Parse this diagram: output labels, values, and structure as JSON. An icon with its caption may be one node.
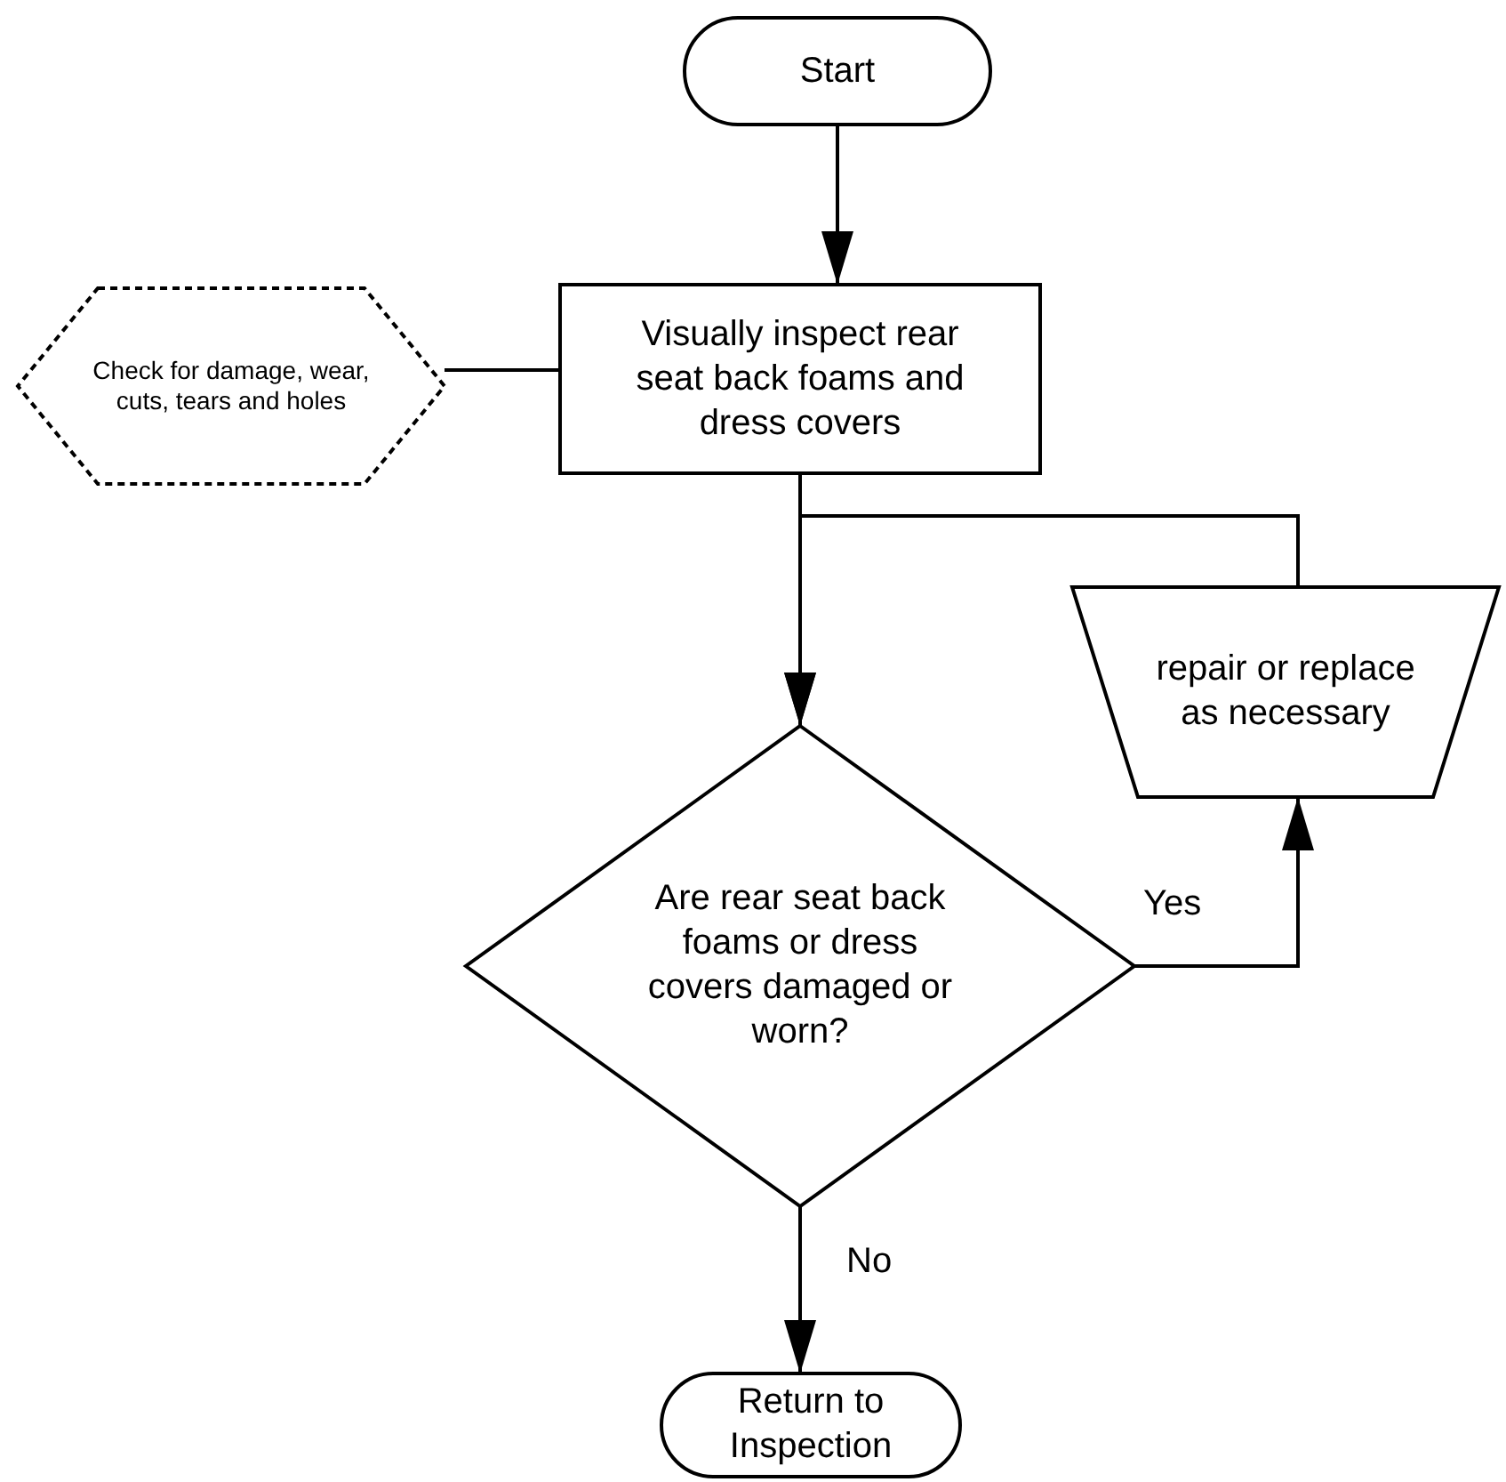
{
  "diagram": {
    "nodes": [
      {
        "text": [
          "Start"
        ]
      },
      {
        "text": [
          "Visually inspect rear seat back foams and dress covers"
        ]
      },
      {
        "text": [
          "Check for damage, wear, cuts,  tears and holes"
        ]
      },
      {
        "text": [
          "Are rear seat back foams or dress covers damaged or worn?"
        ]
      },
      {
        "text": [
          "repair or replace as necessary"
        ]
      },
      {
        "text": [
          "Return to Inspection"
        ]
      }
    ],
    "edges": [
      {
        "from": 0,
        "to": 1,
        "arrow": "to"
      },
      {
        "from": 2,
        "to": 1,
        "arrow": "none"
      },
      {
        "from": 1,
        "to": 3,
        "arrow": "to"
      },
      {
        "from": 3,
        "to": 4,
        "arrow": "to",
        "label": "Yes"
      },
      {
        "from": 4,
        "to": 3,
        "arrow": "to"
      },
      {
        "from": 3,
        "to": 5,
        "arrow": "to",
        "label": "No"
      }
    ]
  }
}
